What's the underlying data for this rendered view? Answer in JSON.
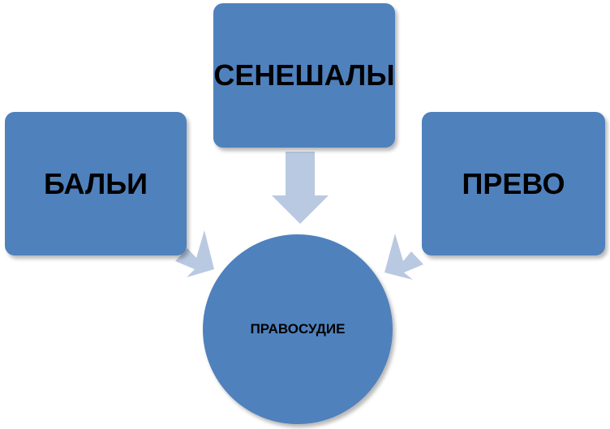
{
  "diagram": {
    "top_box_label": "СЕНЕШАЛЫ",
    "left_box_label": "БАЛЬИ",
    "right_box_label": "ПРЕВО",
    "center_label": "ПРАВОСУДИЕ"
  },
  "colors": {
    "box_fill": "#4f81bd",
    "arrow_fill": "#b9c9e1"
  }
}
